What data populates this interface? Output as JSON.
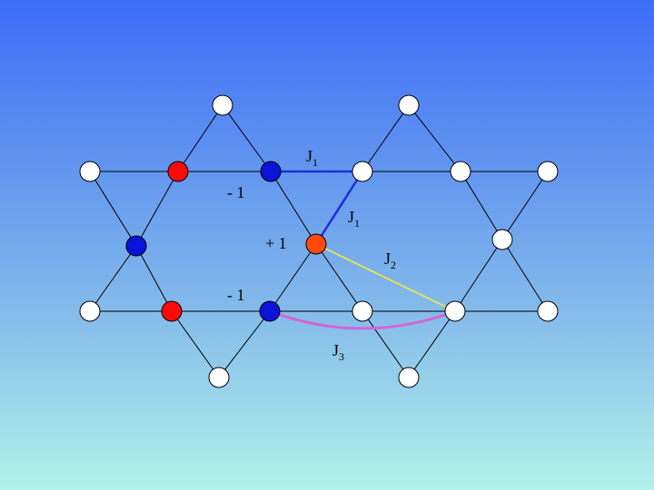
{
  "colors": {
    "white_site": "#ffffff",
    "red_site": "#ff0a0a",
    "blue_site": "#0a14d9",
    "center_site": "#ff4a0a",
    "lattice_edge": "#000000",
    "j1_bond": "#1e2fd6",
    "j2_bond": "#e8e84a",
    "j3_bond": "#d862d8"
  },
  "labels": {
    "minus_one_top": "- 1",
    "plus_one": "+ 1",
    "minus_one_bottom": "- 1",
    "j1_top": {
      "main": "J",
      "sub": "1"
    },
    "j1_diag": {
      "main": "J",
      "sub": "1"
    },
    "j2": {
      "main": "J",
      "sub": "2"
    },
    "j3": {
      "main": "J",
      "sub": "3"
    }
  },
  "sites": [
    {
      "id": "top-left-star-tip",
      "color": "white"
    },
    {
      "id": "top-right-star-tip",
      "color": "white"
    },
    {
      "id": "upper-row-1",
      "color": "white"
    },
    {
      "id": "upper-row-2",
      "color": "red"
    },
    {
      "id": "upper-row-3",
      "color": "blue"
    },
    {
      "id": "upper-row-4",
      "color": "white"
    },
    {
      "id": "upper-row-5",
      "color": "white"
    },
    {
      "id": "upper-row-6",
      "color": "white"
    },
    {
      "id": "middle-left",
      "color": "blue"
    },
    {
      "id": "middle-center",
      "color": "center"
    },
    {
      "id": "middle-right",
      "color": "white"
    },
    {
      "id": "lower-row-1",
      "color": "white"
    },
    {
      "id": "lower-row-2",
      "color": "red"
    },
    {
      "id": "lower-row-3",
      "color": "blue"
    },
    {
      "id": "lower-row-4",
      "color": "white"
    },
    {
      "id": "lower-row-5",
      "color": "white"
    },
    {
      "id": "lower-row-6",
      "color": "white"
    },
    {
      "id": "bottom-left-star-tip",
      "color": "white"
    },
    {
      "id": "bottom-right-star-tip",
      "color": "white"
    }
  ]
}
